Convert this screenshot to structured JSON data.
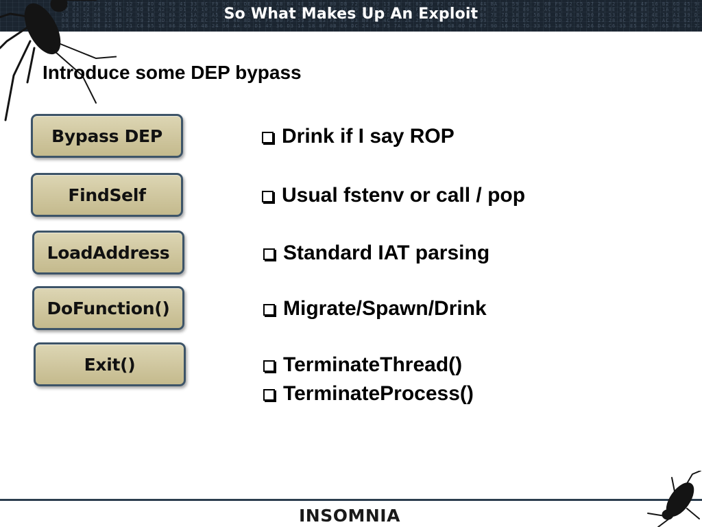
{
  "header": {
    "title": "So What Makes Up An Exploit"
  },
  "slide": {
    "title": "Introduce some DEP bypass"
  },
  "steps": [
    {
      "label": "Bypass DEP"
    },
    {
      "label": "FindSelf"
    },
    {
      "label": "LoadAddress"
    },
    {
      "label": "DoFunction()"
    },
    {
      "label": "Exit()"
    }
  ],
  "bullets": [
    {
      "text": "Drink if I say ROP"
    },
    {
      "text": "Usual fstenv or call / pop"
    },
    {
      "text": "Standard IAT parsing"
    },
    {
      "text": "Migrate/Spawn/Drink"
    },
    {
      "text": "TerminateThread()"
    },
    {
      "text": "TerminateProcess()"
    }
  ],
  "footer": {
    "logo": "INSOMNIA"
  },
  "icons": {
    "top_left": "cockroach-icon",
    "bottom_right": "cockroach-icon",
    "bullet": "checkbox-icon"
  },
  "colors": {
    "header_bg": "#1b2530",
    "step_fill": "#d3cba4",
    "step_border": "#3d5468"
  }
}
